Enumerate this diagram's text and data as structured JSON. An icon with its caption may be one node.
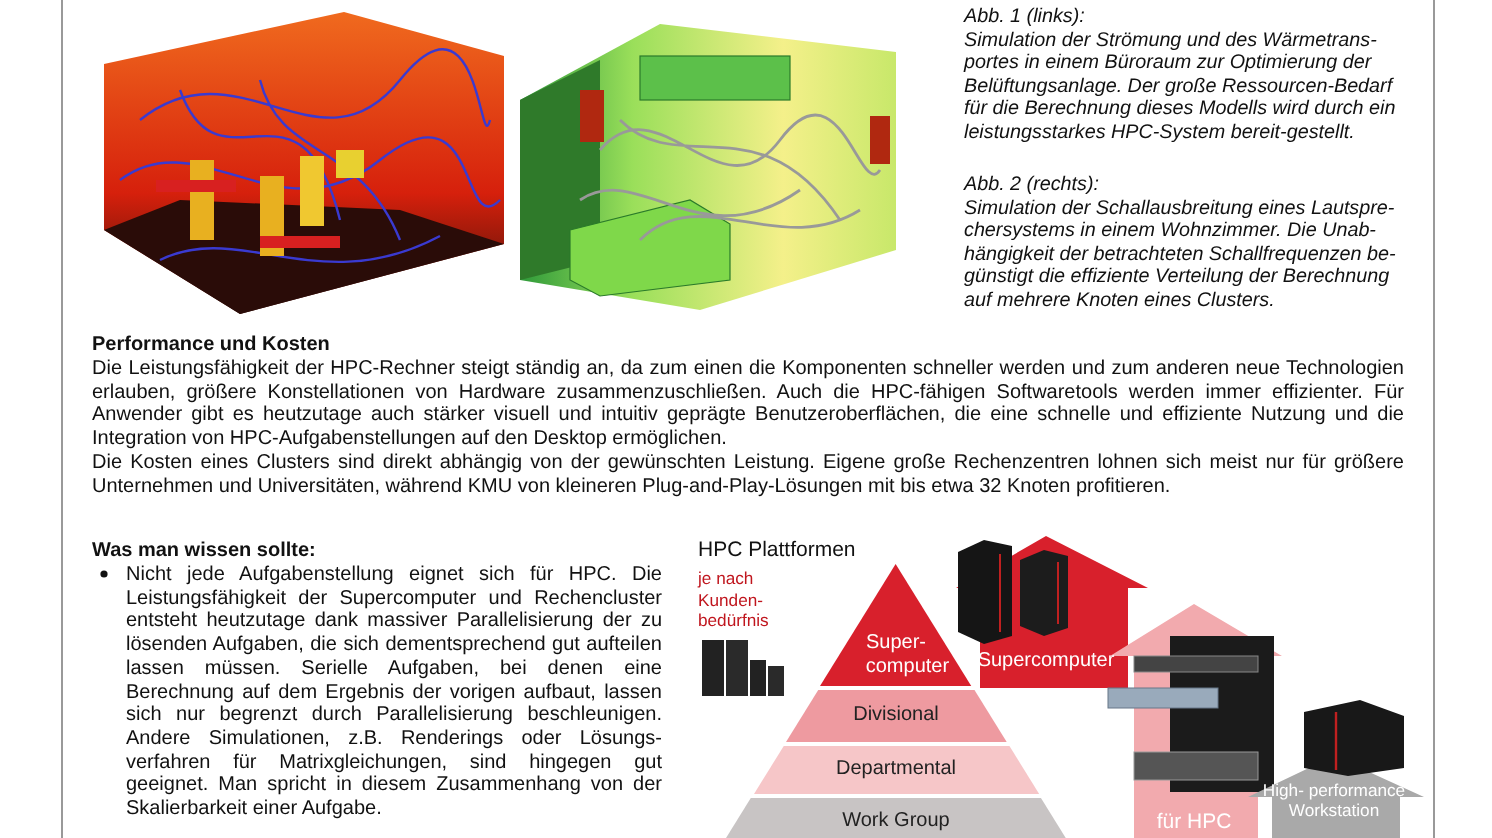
{
  "diagram": {
    "nodes": [
      {
        "text": [
          "Super- computer"
        ]
      },
      {
        "text": [
          "Divisional"
        ]
      },
      {
        "text": [
          "Departmental"
        ]
      },
      {
        "text": [
          "Work Group"
        ]
      },
      {
        "text": [
          "Supercomputer"
        ]
      },
      {
        "text": [
          "für HPC"
        ]
      },
      {
        "text": [
          "High- performance Workstation"
        ]
      }
    ],
    "edges": [],
    "labels": [
      "Abb. 1 (links):",
      "Simulation der Strömung und des Wärmetrans- portes in einem Büroraum zur Optimierung der Belüftungsanlage. Der große Ressourcen-Bedarf für die Berechnung dieses Modells wird durch ein leistungsstarkes HPC-System bereit-gestellt.",
      "Abb. 2 (rechts):",
      "Simulation der Schallausbreitung eines Lautspre- chersystems in einem Wohnzimmer. Die Unab- hängigkeit der betrachteten Schallfrequenzen be- günstigt die effiziente Verteilung der Berechnung auf mehrere Knoten eines Clusters.",
      "Performance und Kosten",
      "Die Leistungsfähigkeit der HPC-Rechner steigt ständig an, da zum einen die Komponenten schneller werden und zum anderen neue Technologien erlauben, größere Konstellationen von Hardware zusammenzuschließen. Auch die HPC-fähigen Softwaretools werden immer effizienter. Für Anwender gibt es heutzutage auch stärker visuell und intuitiv geprägte Benutzeroberflächen, die eine schnelle und effiziente Nutzung und die Integration von HPC-Aufgabenstellungen auf den Desktop ermöglichen.",
      "Die Kosten eines Clusters sind direkt abhängig von der gewünschten Leistung. Eigene große Rechenzentren lohnen sich meist nur für größere Unternehmen und Universitäten, während KMU von kleineren Plug-and-Play-Lösungen mit bis etwa 32 Knoten profitieren.",
      "Was man wissen sollte:",
      "Nicht jede Aufgabenstellung eignet sich für HPC. Die Leistungsfähigkeit der Supercomputer und Rechencluster entsteht heutzutage dank massiver Parallelisierung der zu lösenden Aufgaben, die sich dementsprechend gut aufteilen lassen müssen. Serielle Aufgaben, bei denen eine Berechnung auf dem Ergebnis der vorigen aufbaut, lassen sich nur begrenzt durch Parallelisierung beschleunigen. Andere Simulationen, z.B. Renderings oder Lösungs- verfahren für Matrixgleichungen, sind hingegen gut geeignet. Man spricht in diesem Zusammenhang von der Skalierbarkeit einer Aufgabe.",
      "HPC Plattformen",
      "je nach Kunden- bedürfnis"
    ]
  }
}
